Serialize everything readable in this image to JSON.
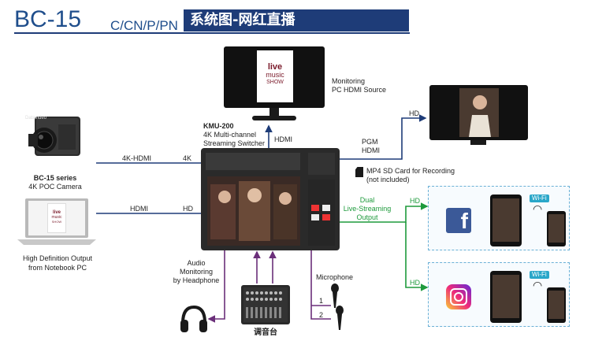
{
  "header": {
    "model": "BC-15",
    "variants": "C/CN/P/PN",
    "title": "系统图-网红直播"
  },
  "camera": {
    "name": "BC-15 series",
    "desc": "4K POC Camera",
    "brand": "Datavideo"
  },
  "notebook": {
    "line1": "High Definition Output",
    "line2": "from Notebook PC",
    "poster_top": "live",
    "poster_mid": "music",
    "poster_bot": "SHOW"
  },
  "monitor_top": {
    "line1": "Monitoring",
    "line2": "PC HDMI Source",
    "poster_top": "live",
    "poster_mid": "music",
    "poster_bot": "SHOW"
  },
  "switcher": {
    "name": "KMU-200",
    "line2": "4K Multi-channel",
    "line3": "Streaming Switcher"
  },
  "links": {
    "cam_cable": "4K-HDMI",
    "cam_port": "4K",
    "nb_cable": "HDMI",
    "nb_port": "HD",
    "up_hdmi": "HDMI",
    "pgm_line1": "PGM",
    "pgm_line2": "HDMI",
    "pgm_hd": "HD",
    "sd_line1": "MP4 SD Card for Recording",
    "sd_line2": "(not included)",
    "dual_line1": "Dual",
    "dual_line2": "Live-Streaming",
    "dual_line3": "Output",
    "hd_fb": "HD",
    "hd_ig": "HD",
    "audio_line1": "Audio",
    "audio_line2": "Monitoring",
    "audio_line3": "by Headphone",
    "mic": "Microphone",
    "mic1": "1",
    "mic2": "2",
    "mixer": "调音台"
  },
  "wifi": {
    "fb": "Wi-Fi",
    "ig": "Wi-Fi"
  },
  "colors": {
    "navy": "#1e3c78",
    "green": "#1e9a3c",
    "purple": "#6b2f7a",
    "facebook": "#3b5998"
  }
}
